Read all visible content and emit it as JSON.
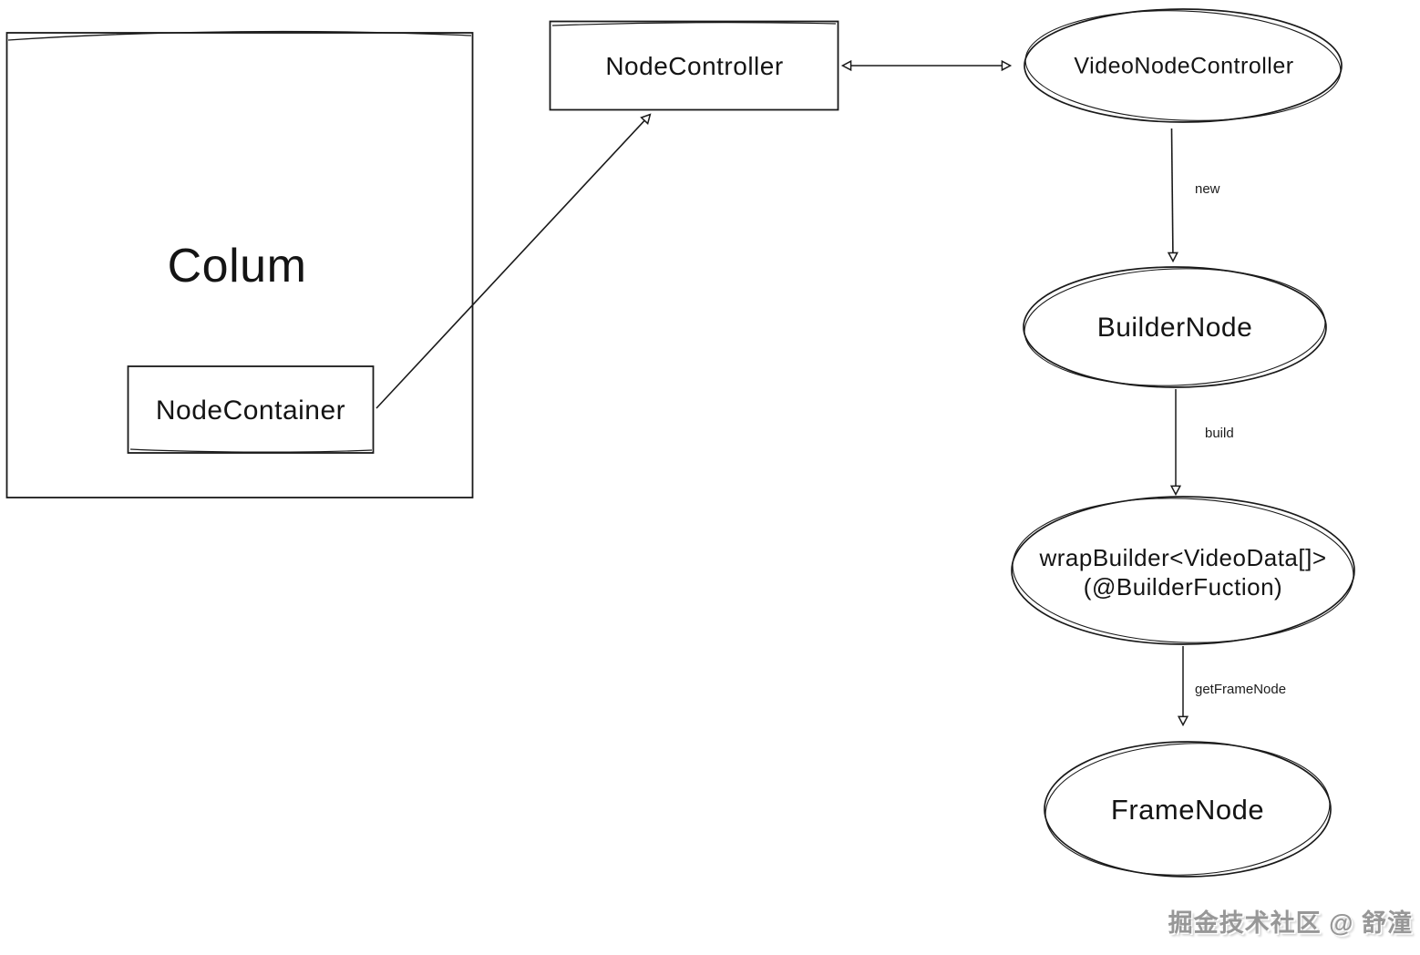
{
  "canvas": {
    "background": "#ffffff",
    "stroke_color": "#1a1a1a"
  },
  "diagram": {
    "column_box": {
      "label": "Colum"
    },
    "node_container_box": {
      "label": "NodeContainer"
    },
    "node_controller_box": {
      "label": "NodeController"
    },
    "video_node_controller_ellipse": {
      "label": "VideoNodeController"
    },
    "builder_node_ellipse": {
      "label": "BuilderNode"
    },
    "wrap_builder_ellipse": {
      "label_line1": "wrapBuilder<VideoData[]>",
      "label_line2": "(@BuilderFuction)"
    },
    "frame_node_ellipse": {
      "label": "FrameNode"
    },
    "edges": {
      "new_label": "new",
      "build_label": "build",
      "get_frame_node_label": "getFrameNode"
    }
  },
  "watermark": {
    "text": "掘金技术社区 @ 舒潼",
    "color": "#979797"
  }
}
